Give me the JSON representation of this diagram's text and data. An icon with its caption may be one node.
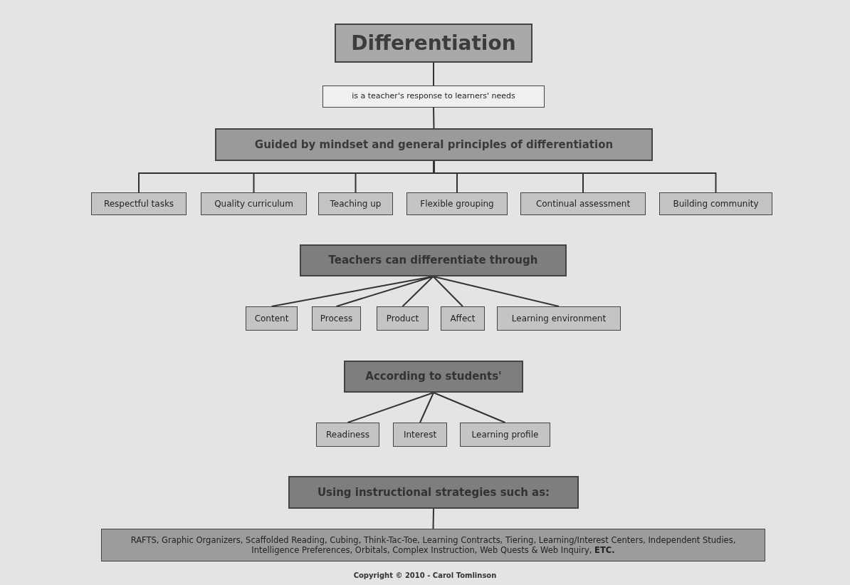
{
  "diagram": {
    "nodes": [
      {
        "text": [
          "Differentiation"
        ]
      },
      {
        "text": [
          "is a teacher's response to learners' needs"
        ]
      },
      {
        "text": [
          "Guided by mindset and general principles of differentiation"
        ]
      },
      {
        "text": [
          "Respectful tasks"
        ]
      },
      {
        "text": [
          "Quality curriculum"
        ]
      },
      {
        "text": [
          "Teaching up"
        ]
      },
      {
        "text": [
          "Flexible grouping"
        ]
      },
      {
        "text": [
          "Continual assessment"
        ]
      },
      {
        "text": [
          "Building community"
        ]
      },
      {
        "text": [
          "Teachers can differentiate through"
        ]
      },
      {
        "text": [
          "Content"
        ]
      },
      {
        "text": [
          "Process"
        ]
      },
      {
        "text": [
          "Product"
        ]
      },
      {
        "text": [
          "Affect"
        ]
      },
      {
        "text": [
          "Learning environment"
        ]
      },
      {
        "text": [
          "According to students'"
        ]
      },
      {
        "text": [
          "Readiness"
        ]
      },
      {
        "text": [
          "Interest"
        ]
      },
      {
        "text": [
          "Learning profile"
        ]
      },
      {
        "text": [
          "Using instructional strategies such as:"
        ]
      },
      {
        "text": [
          "RAFTS, Graphic Organizers, Scaffolded Reading, Cubing, Think-Tac-Toe, Learning Contracts, Tiering, Learning/Interest Centers, Independent Studies, Intelligence Preferences, Orbitals, Complex Instruction, Web Quests & Web Inquiry, **ETC.**"
        ]
      }
    ],
    "edges": [
      {
        "from": 0,
        "to": 1,
        "arrow": "none"
      },
      {
        "from": 1,
        "to": 2,
        "arrow": "none"
      },
      {
        "from": 2,
        "to": 3,
        "arrow": "none"
      },
      {
        "from": 2,
        "to": 4,
        "arrow": "none"
      },
      {
        "from": 2,
        "to": 5,
        "arrow": "none"
      },
      {
        "from": 2,
        "to": 6,
        "arrow": "none"
      },
      {
        "from": 2,
        "to": 7,
        "arrow": "none"
      },
      {
        "from": 2,
        "to": 8,
        "arrow": "none"
      },
      {
        "from": 9,
        "to": 10,
        "arrow": "none"
      },
      {
        "from": 9,
        "to": 11,
        "arrow": "none"
      },
      {
        "from": 9,
        "to": 12,
        "arrow": "none"
      },
      {
        "from": 9,
        "to": 13,
        "arrow": "none"
      },
      {
        "from": 9,
        "to": 14,
        "arrow": "none"
      },
      {
        "from": 15,
        "to": 16,
        "arrow": "none"
      },
      {
        "from": 15,
        "to": 17,
        "arrow": "none"
      },
      {
        "from": 15,
        "to": 18,
        "arrow": "none"
      },
      {
        "from": 19,
        "to": 20,
        "arrow": "none"
      }
    ],
    "labels": [
      "Copyright © 2010 - Carol Tomlinson"
    ]
  }
}
